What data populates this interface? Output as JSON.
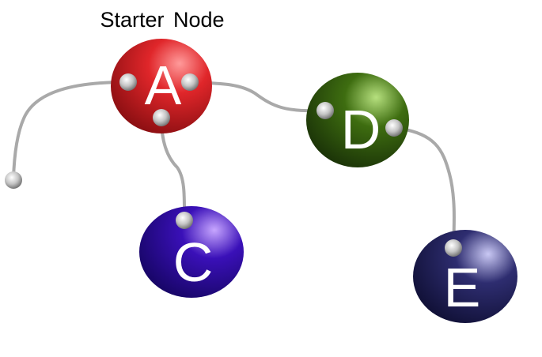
{
  "caption": "Starter Node",
  "connector_color": "#a9a9a9",
  "nodes": [
    {
      "id": "A",
      "label": "A",
      "color": "#e0262a",
      "highlight": "#ff9a9a",
      "shadow": "#7a0a0d"
    },
    {
      "id": "C",
      "label": "C",
      "color": "#3a10b8",
      "highlight": "#c7a6ff",
      "shadow": "#12045a"
    },
    {
      "id": "D",
      "label": "D",
      "color": "#3e6d10",
      "highlight": "#b6e07e",
      "shadow": "#142806"
    },
    {
      "id": "E",
      "label": "E",
      "color": "#2e2d70",
      "highlight": "#c9c8f4",
      "shadow": "#0c0c2e"
    }
  ],
  "edges": [
    {
      "from": "A",
      "to": "open-end"
    },
    {
      "from": "A",
      "to": "C"
    },
    {
      "from": "A",
      "to": "D"
    },
    {
      "from": "D",
      "to": "E"
    }
  ]
}
